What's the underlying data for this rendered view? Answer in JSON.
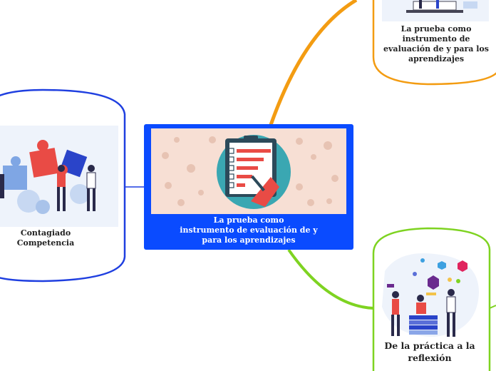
{
  "central": {
    "line1": "La prueba como",
    "line2": "instrumento de evaluación de y",
    "line3": "para los aprendizajes"
  },
  "left": {
    "line1": "Contagiado",
    "line2": "Competencia"
  },
  "top_right": {
    "line1": "La prueba como instrumento de",
    "line2": "evaluación de y para los",
    "line3": "aprendizajes"
  },
  "bottom_right": {
    "line1": "De la práctica  a la",
    "line2": "reflexión"
  },
  "colors": {
    "central_fill": "#0a4bff",
    "left_border": "#1f3fe0",
    "top_right_border": "#f39c12",
    "bottom_right_border": "#7ed321",
    "orange_link": "#f39c12",
    "green_link": "#7ed321"
  }
}
